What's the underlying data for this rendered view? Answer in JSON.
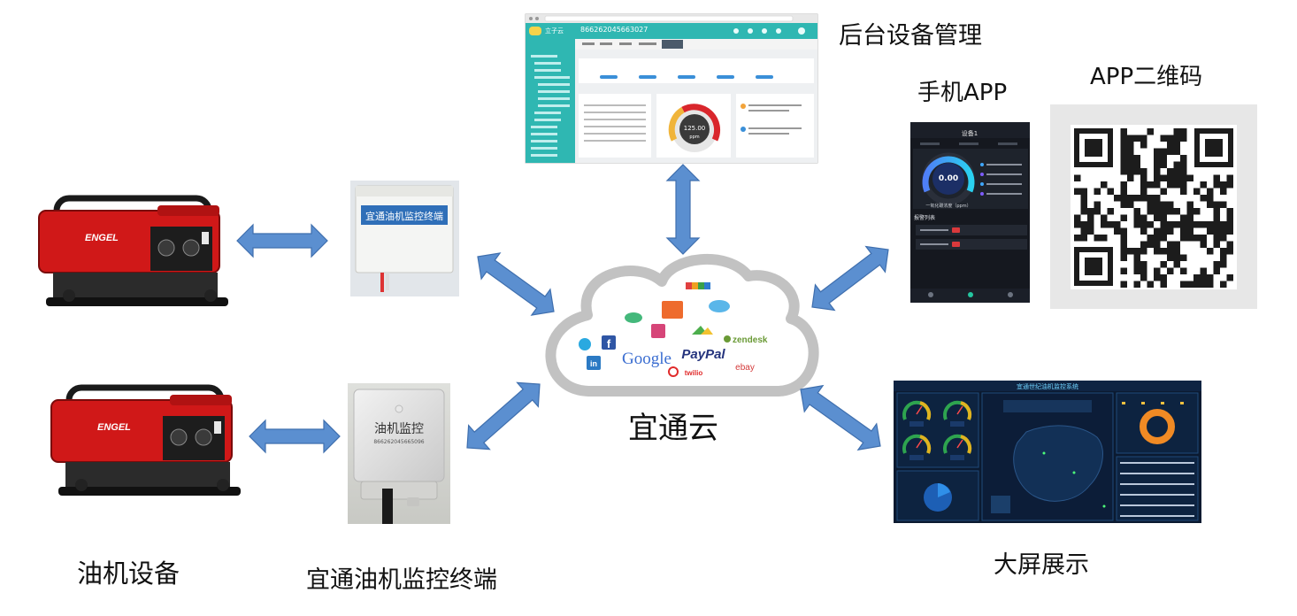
{
  "labels": {
    "backend": "后台设备管理",
    "mobile_app": "手机APP",
    "qr_code": "APP二维码",
    "cloud": "宜通云",
    "generator": "油机设备",
    "terminal": "宜通油机监控终端",
    "big_screen": "大屏展示"
  },
  "generator": {
    "brand": "ENGEL"
  },
  "terminal_box_top": {
    "label": "宜通油机监控终端"
  },
  "terminal_box_bottom": {
    "label": "油机监控",
    "serial": "866262045665096"
  },
  "backend_screen": {
    "device_id": "866262045663027",
    "logo": "立子云",
    "gauge_value": "125.00",
    "gauge_unit": "ppm"
  },
  "phone_screen": {
    "title": "设备1",
    "gauge_value": "0.00",
    "gauge_caption": "一氧化碳浓度（ppm）",
    "section": "报警列表"
  },
  "big_screen": {
    "title": "宜通世纪油机监控系统"
  },
  "cloud_logos": {
    "google": "Google",
    "paypal": "PayPal",
    "zendesk": "zendesk",
    "ebay": "ebay",
    "twilio": "twilio"
  },
  "colors": {
    "arrow": "#5b8fd0",
    "arrow_edge": "#3f6fae",
    "generator_red": "#d01818",
    "cloud_gray": "#c2c2c2"
  }
}
